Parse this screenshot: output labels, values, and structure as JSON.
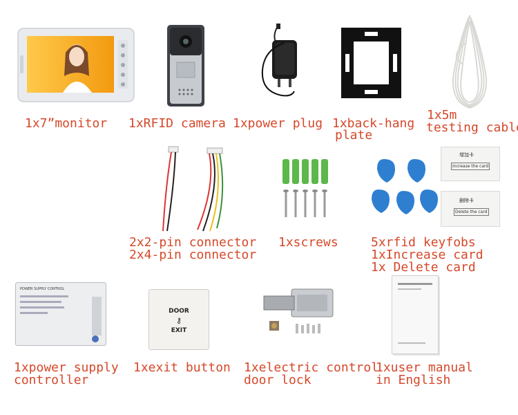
{
  "captions": {
    "monitor": "1x7”monitor",
    "rfid_camera": "1xRFID camera",
    "power_plug": "1xpower plug",
    "back_hang_1": "1xback-hang",
    "back_hang_2": "plate",
    "cable_1": "1x5m",
    "cable_2": "testing cable",
    "connector_1": "2x2-pin connector",
    "connector_2": "2x4-pin connector",
    "screws": "1xscrews",
    "keyfobs_1": "5xrfid keyfobs",
    "keyfobs_2": "1xIncrease card",
    "keyfobs_3": "1x Delete card",
    "psu_1": "1xpower supply",
    "psu_2": "controller",
    "exit_button": "1xexit button",
    "door_lock_1": "1xelectric control",
    "door_lock_2": "door lock",
    "manual_1": "1xuser manual",
    "manual_2": "in English"
  },
  "product_labels": {
    "increase_card_cn": "增加卡",
    "increase_card_en": "Increase the card",
    "delete_card_cn": "删除卡",
    "delete_card_en": "Delete the card",
    "exit_door": "DOOR",
    "exit_exit": "EXIT",
    "psu_title": "POWER SUPPLY CONTROL"
  },
  "colors": {
    "caption": "#d6482a",
    "keyfob": "#2f7fd1",
    "screw_anchor": "#5cb84a"
  }
}
